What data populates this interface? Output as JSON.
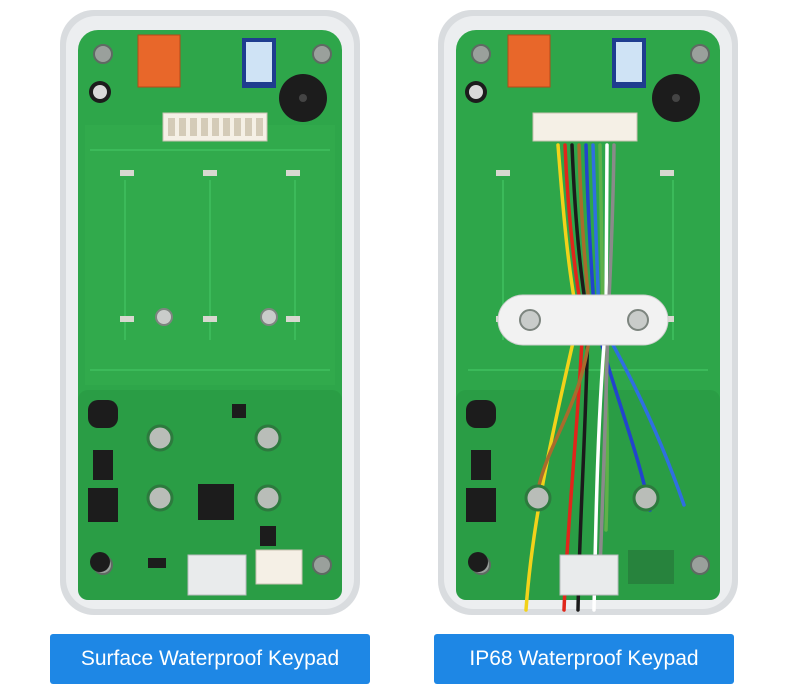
{
  "products": [
    {
      "caption": "Surface Waterproof Keypad",
      "wiring": "none"
    },
    {
      "caption": "IP68 Waterproof Keypad",
      "wiring": "ribbon-wires"
    }
  ],
  "colors": {
    "pcb": "#2ea64a",
    "pcb_dark": "#1f8a3a",
    "housing": "#e7e9eb",
    "caption_bg": "#1e87e5",
    "caption_text": "#ffffff",
    "relay": "#e8672a",
    "wire_colors": [
      "#f2d21a",
      "#e0261b",
      "#1b1b1b",
      "#a86b2c",
      "#2244cc",
      "#2f6fe0",
      "#5fb04a",
      "#ffffff",
      "#8a8a8a"
    ]
  }
}
